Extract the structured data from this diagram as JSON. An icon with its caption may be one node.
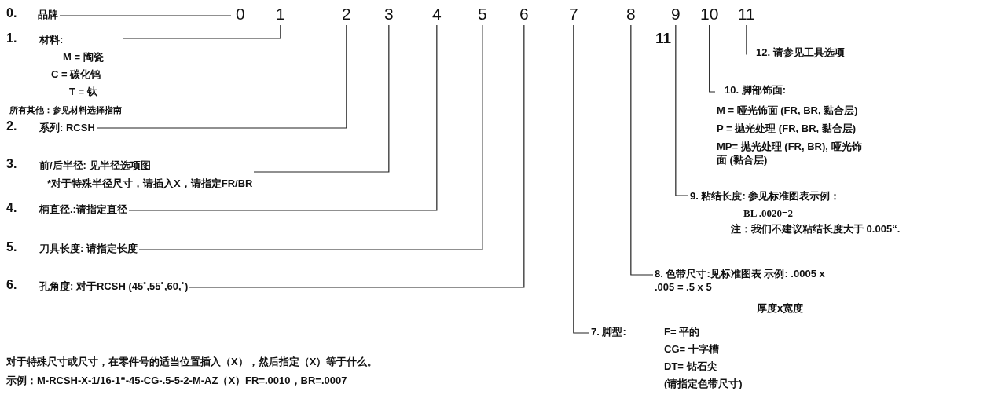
{
  "diagram": {
    "nodes": [
      {
        "text": [
          "0.",
          "品牌"
        ]
      },
      {
        "text": [
          "1.",
          "材料:",
          "M = 陶瓷",
          "C = 碳化钨",
          "T = 钛",
          "所有其他：参见材料选择指南"
        ]
      },
      {
        "text": [
          "2.",
          "系列: RCSH"
        ]
      },
      {
        "text": [
          "3.",
          "前/后半径: 见半径选项图",
          "*对于特殊半径尺寸，请插入X，请指定FR/BR"
        ]
      },
      {
        "text": [
          "4.",
          "柄直径.:请指定直径"
        ]
      },
      {
        "text": [
          "5.",
          "刀具长度: 请指定长度"
        ]
      },
      {
        "text": [
          "6.",
          "孔角度: 对于RCSH (45˚,55˚,60,˚)"
        ]
      },
      {
        "text": [
          "7. 脚型:",
          "F= 平的",
          "CG= 十字槽",
          "DT= 钻石尖",
          "(请指定色带尺寸)"
        ]
      },
      {
        "text": [
          "8. 色带尺寸:见标准图表 示例: .0005 x .005 = .5 x 5",
          "厚度x宽度"
        ]
      },
      {
        "text": [
          "9. 粘结长度: 参见标准图表示例：",
          "BL .0020=2",
          "注：我们不建议粘结长度大于 0.005“."
        ]
      },
      {
        "text": [
          "10. 脚部饰面:",
          "M = 哑光饰面 (FR, BR, 黏合层)",
          "P = 抛光处理 (FR, BR, 黏合层)",
          "MP= 抛光处理 (FR, BR), 哑光饰面 (黏合层)"
        ]
      },
      {
        "text": [
          "12. 请参见工具选项"
        ]
      },
      {
        "text": [
          "0"
        ]
      },
      {
        "text": [
          "1"
        ]
      },
      {
        "text": [
          "2"
        ]
      },
      {
        "text": [
          "3"
        ]
      },
      {
        "text": [
          "4"
        ]
      },
      {
        "text": [
          "5"
        ]
      },
      {
        "text": [
          "6"
        ]
      },
      {
        "text": [
          "7"
        ]
      },
      {
        "text": [
          "8"
        ]
      },
      {
        "text": [
          "9"
        ]
      },
      {
        "text": [
          "10"
        ]
      },
      {
        "text": [
          "11"
        ]
      }
    ],
    "edges": [
      {
        "from": 0,
        "to": 12,
        "arrow": "none"
      },
      {
        "from": 1,
        "to": 13,
        "arrow": "none"
      },
      {
        "from": 2,
        "to": 14,
        "arrow": "none"
      },
      {
        "from": 3,
        "to": 15,
        "arrow": "none"
      },
      {
        "from": 4,
        "to": 16,
        "arrow": "none"
      },
      {
        "from": 5,
        "to": 17,
        "arrow": "none"
      },
      {
        "from": 6,
        "to": 18,
        "arrow": "none"
      },
      {
        "from": 7,
        "to": 19,
        "arrow": "none"
      },
      {
        "from": 8,
        "to": 20,
        "arrow": "none"
      },
      {
        "from": 9,
        "to": 21,
        "arrow": "none"
      },
      {
        "from": 10,
        "to": 22,
        "arrow": "none"
      },
      {
        "from": 11,
        "to": 23,
        "arrow": "none"
      }
    ],
    "labels": [
      "11",
      "对于特殊尺寸或尺寸，在零件号的适当位置插入（X），然后指定（X）等于什么。",
      "示例：M-RCSH-X-1/16-1“-45-CG-.5-5-2-M-AZ（X）FR=.0010，BR=.0007"
    ]
  }
}
